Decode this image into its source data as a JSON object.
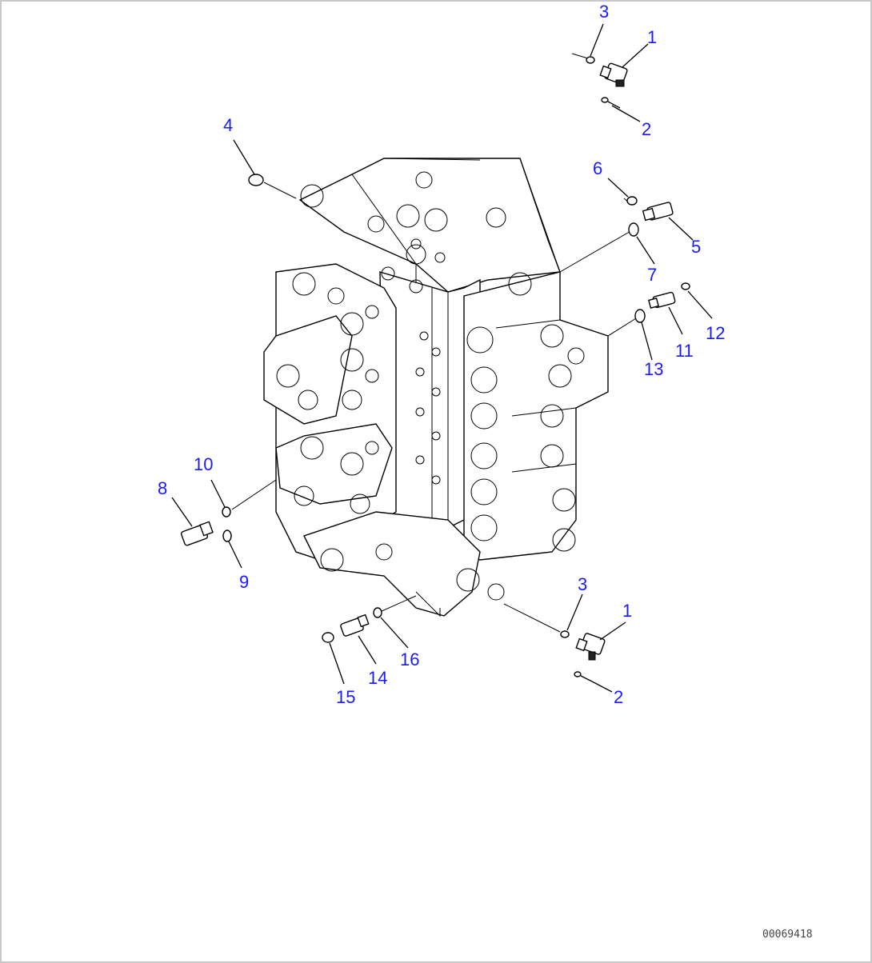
{
  "diagram": {
    "callouts": [
      "3",
      "1",
      "2",
      "4",
      "6",
      "5",
      "7",
      "12",
      "11",
      "13",
      "10",
      "8",
      "9",
      "3",
      "1",
      "16",
      "14",
      "15",
      "2"
    ],
    "drawing_code": "00069418",
    "colors": {
      "callout": "#1a1aff",
      "line": "#000000",
      "frame": "#c8c8c8"
    }
  }
}
